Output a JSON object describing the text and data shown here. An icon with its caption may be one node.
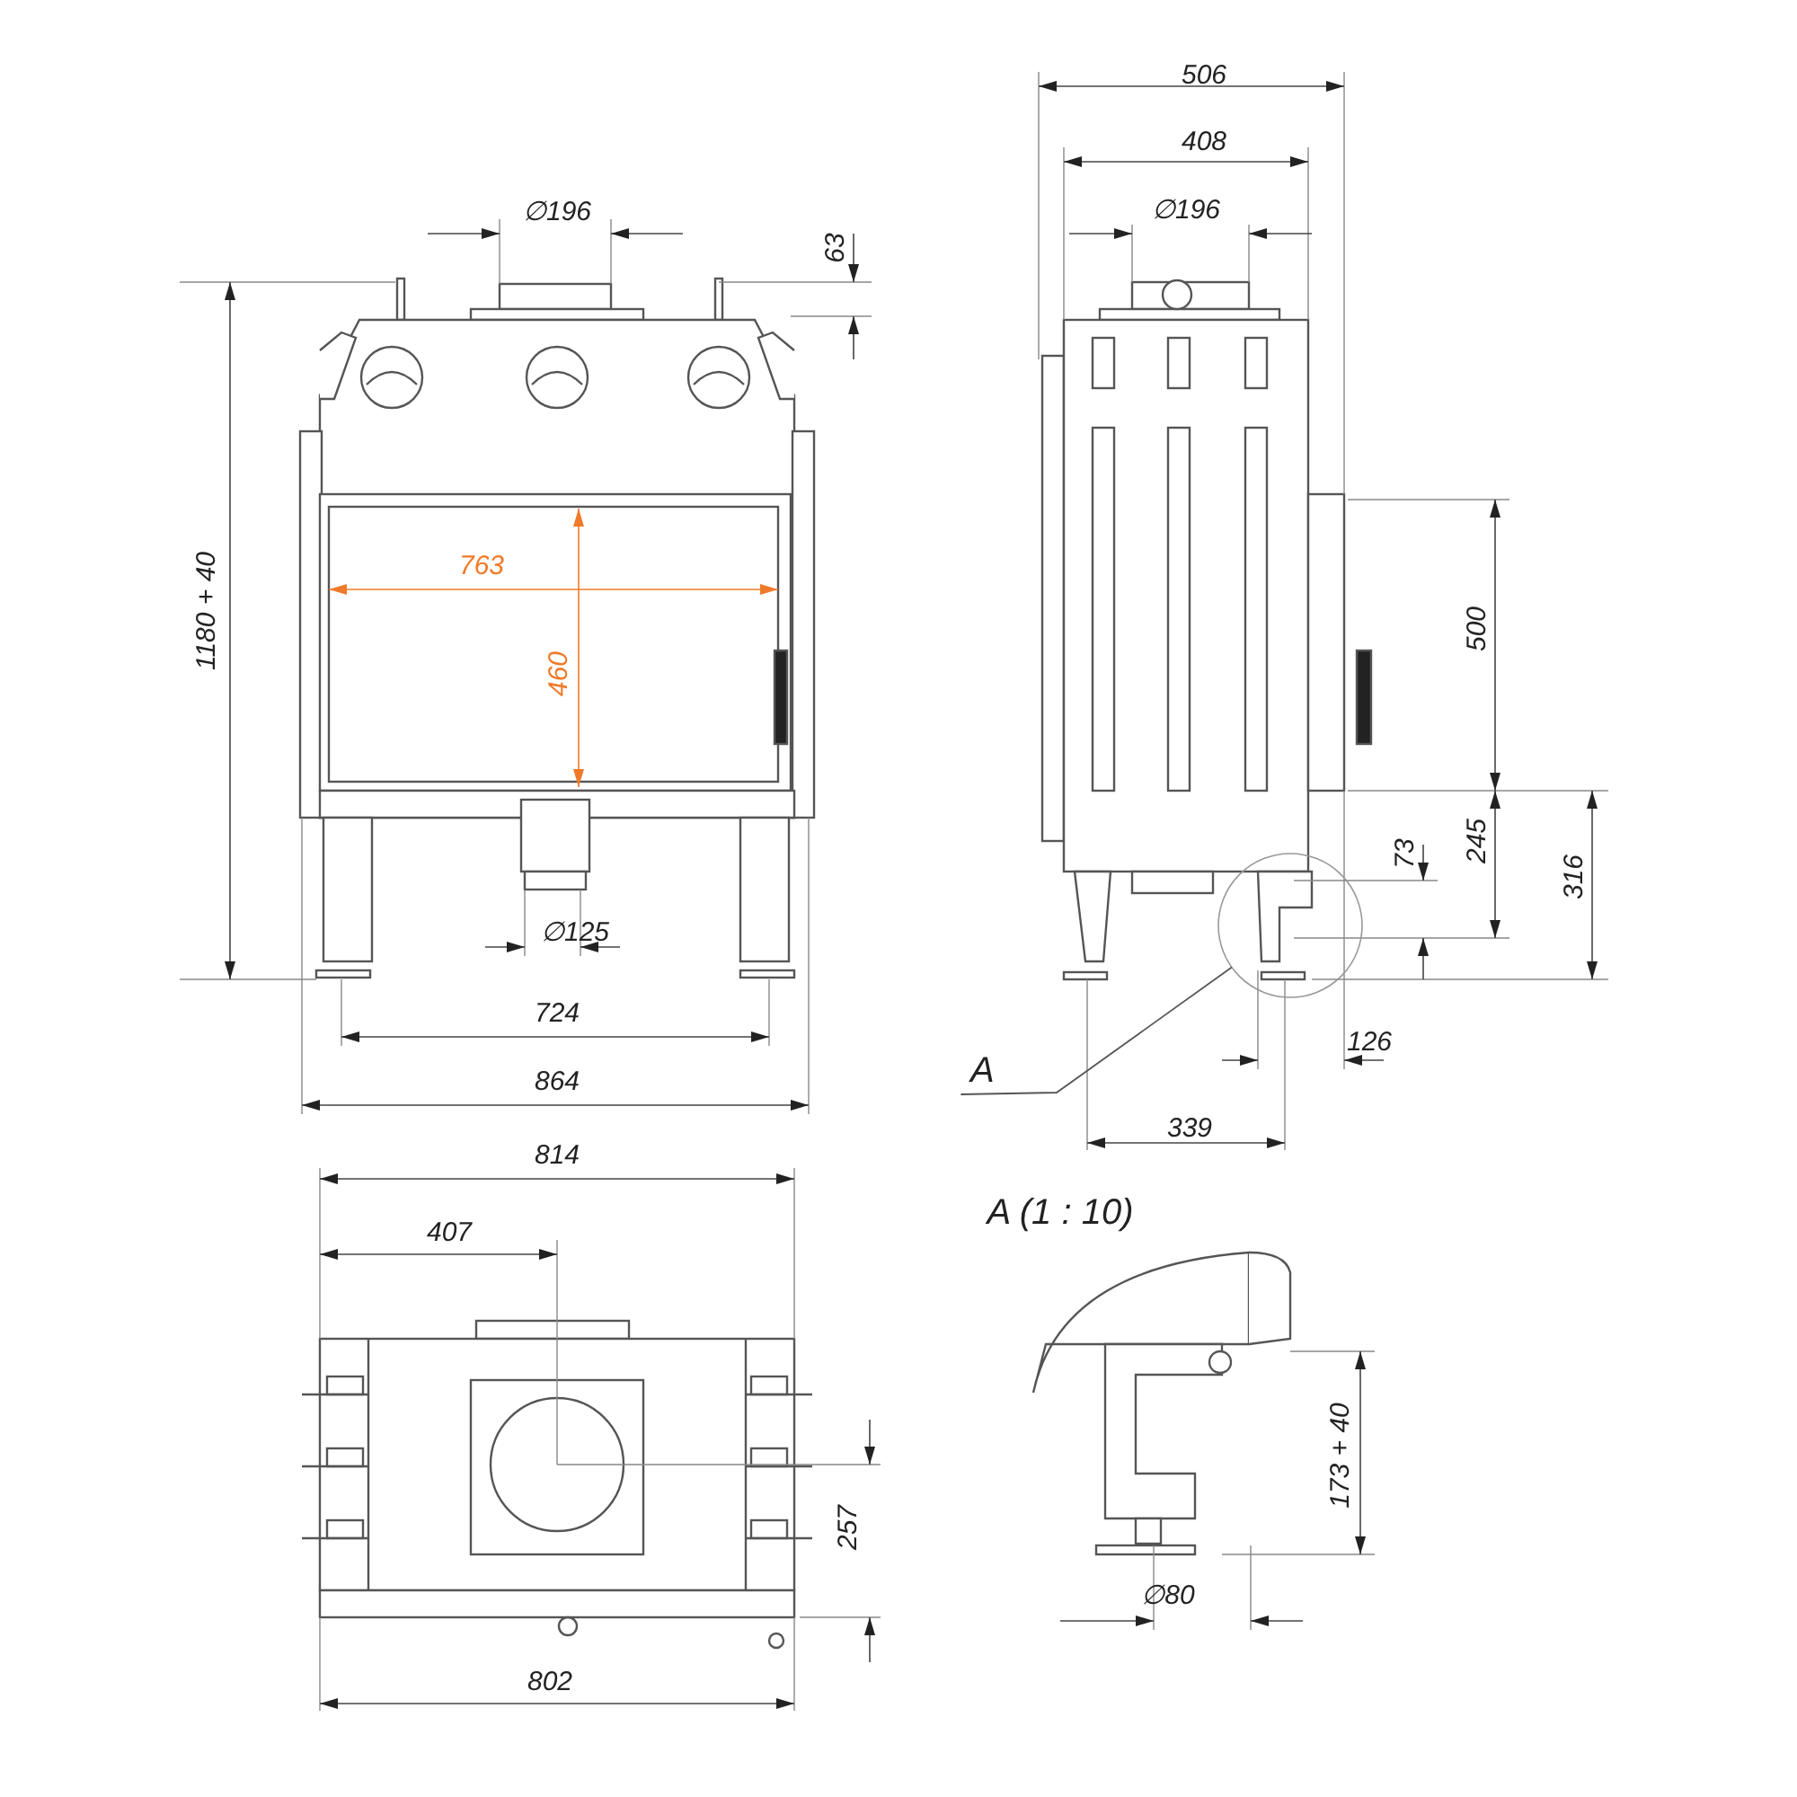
{
  "diagram": {
    "nodes": [
      {
        "text": [
          "A"
        ]
      },
      {
        "text": [],
        "shape": "circle"
      }
    ],
    "edges": [
      {
        "from": 0,
        "to": 1,
        "arrow": "none"
      }
    ],
    "labels": [
      "∅196",
      "63",
      "1180 + 40",
      "763",
      "460",
      "∅125",
      "724",
      "864",
      "506",
      "408",
      "∅196",
      "500",
      "245",
      "73",
      "316",
      "126",
      "339",
      "814",
      "407",
      "257",
      "802",
      "A (1 : 10)",
      "173 + 40",
      "∅80"
    ]
  }
}
